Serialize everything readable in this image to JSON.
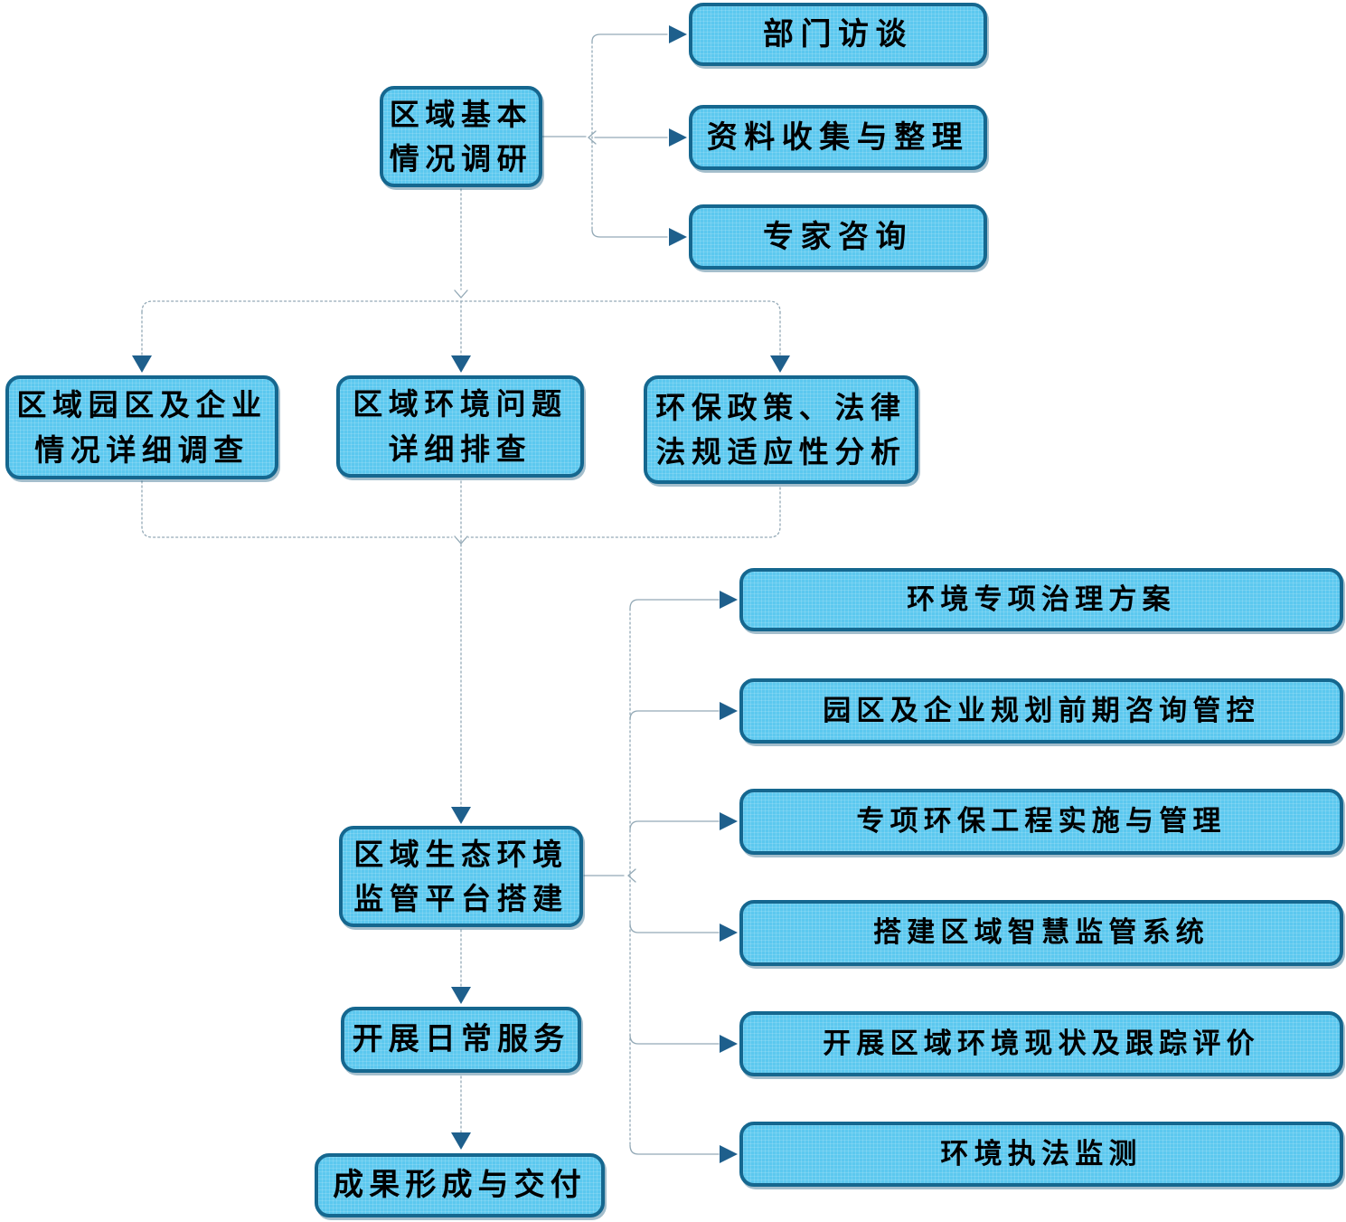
{
  "palette": {
    "box_fill": "#5CC8EF",
    "box_border": "#15678F",
    "arrow_fill": "#1E5F8C",
    "line_color": "#93A9B6",
    "text_color": "#000000"
  },
  "flowchart": {
    "main_nodes": {
      "research": "区域基本\n情况调研",
      "park_survey": "区域园区及企业\n情况详细调查",
      "env_issue": "区域环境问题\n详细排查",
      "policy": "环保政策、法律\n法规适应性分析",
      "platform": "区域生态环境\n监管平台搭建",
      "daily_service": "开展日常服务",
      "results": "成果形成与交付"
    },
    "research_methods": [
      "部门访谈",
      "资料收集与整理",
      "专家咨询"
    ],
    "platform_outputs": [
      "环境专项治理方案",
      "园区及企业规划前期咨询管控",
      "专项环保工程实施与管理",
      "搭建区域智慧监管系统",
      "开展区域环境现状及跟踪评价",
      "环境执法监测"
    ]
  }
}
